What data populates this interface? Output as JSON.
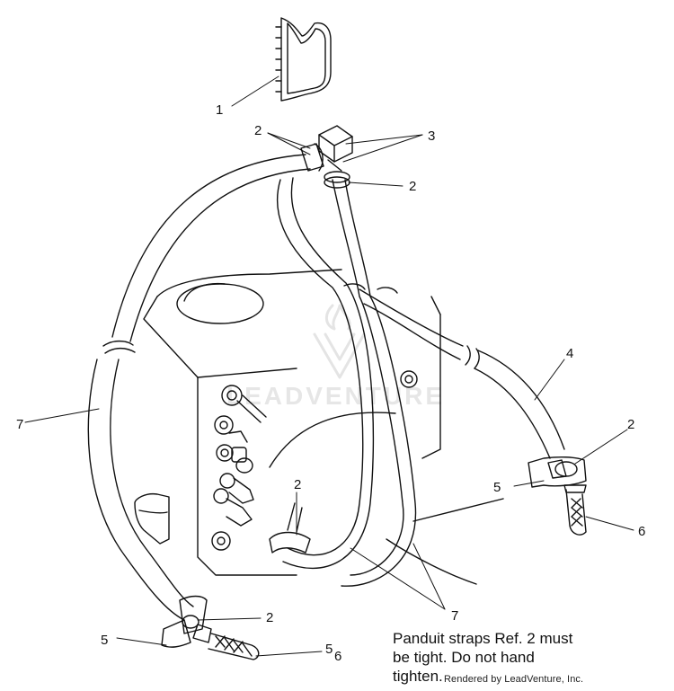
{
  "callouts": {
    "c1": "1",
    "c2a": "2",
    "c2b": "2",
    "c2c": "2",
    "c2d": "2",
    "c2e": "2",
    "c3": "3",
    "c4": "4",
    "c5a": "5",
    "c5b": "5",
    "c5c": "5",
    "c6a": "6",
    "c6b": "6",
    "c7a": "7",
    "c7b": "7"
  },
  "note": {
    "line1": "Panduit straps Ref. 2 must",
    "line2": "be tight.  Do not hand",
    "line3": "tighten."
  },
  "credit": "Rendered by LeadVenture, Inc.",
  "watermark": "LEADVENTURE",
  "colors": {
    "ink": "#111111",
    "watermark": "#e6e6e6"
  }
}
